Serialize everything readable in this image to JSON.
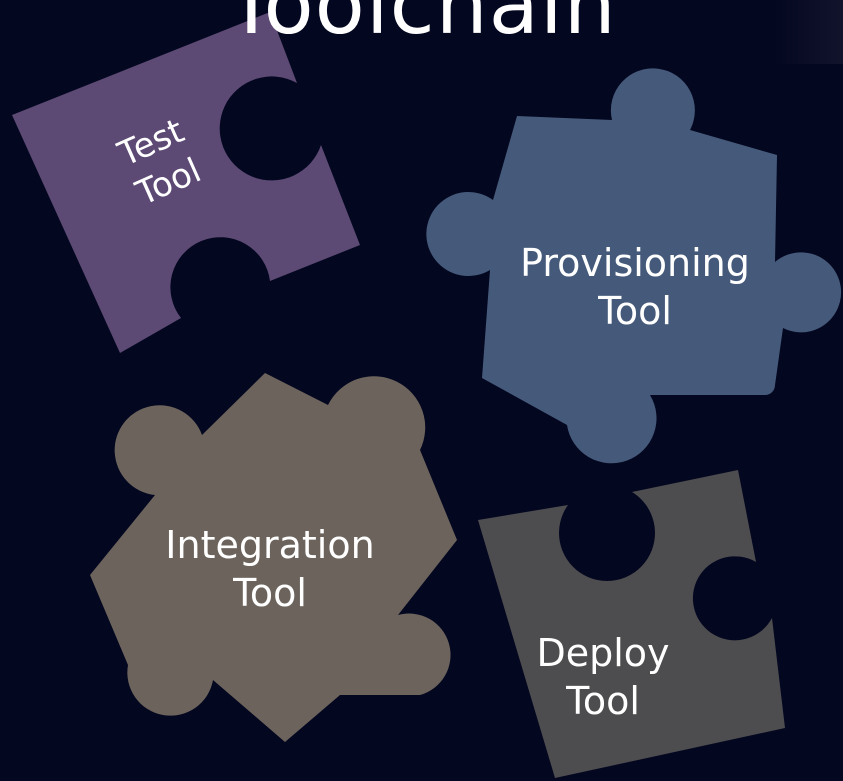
{
  "title": "Toolchain",
  "pieces": {
    "test": {
      "line1": "Test",
      "line2": "Tool",
      "color": "#5c4a74"
    },
    "provisioning": {
      "line1": "Provisioning",
      "line2": "Tool",
      "color": "#455a7a"
    },
    "integration": {
      "line1": "Integration",
      "line2": "Tool",
      "color": "#6c645c"
    },
    "deploy": {
      "line1": "Deploy",
      "line2": "Tool",
      "color": "#4d4d4f"
    }
  },
  "colors": {
    "background": "#040720",
    "text": "#ffffff"
  }
}
